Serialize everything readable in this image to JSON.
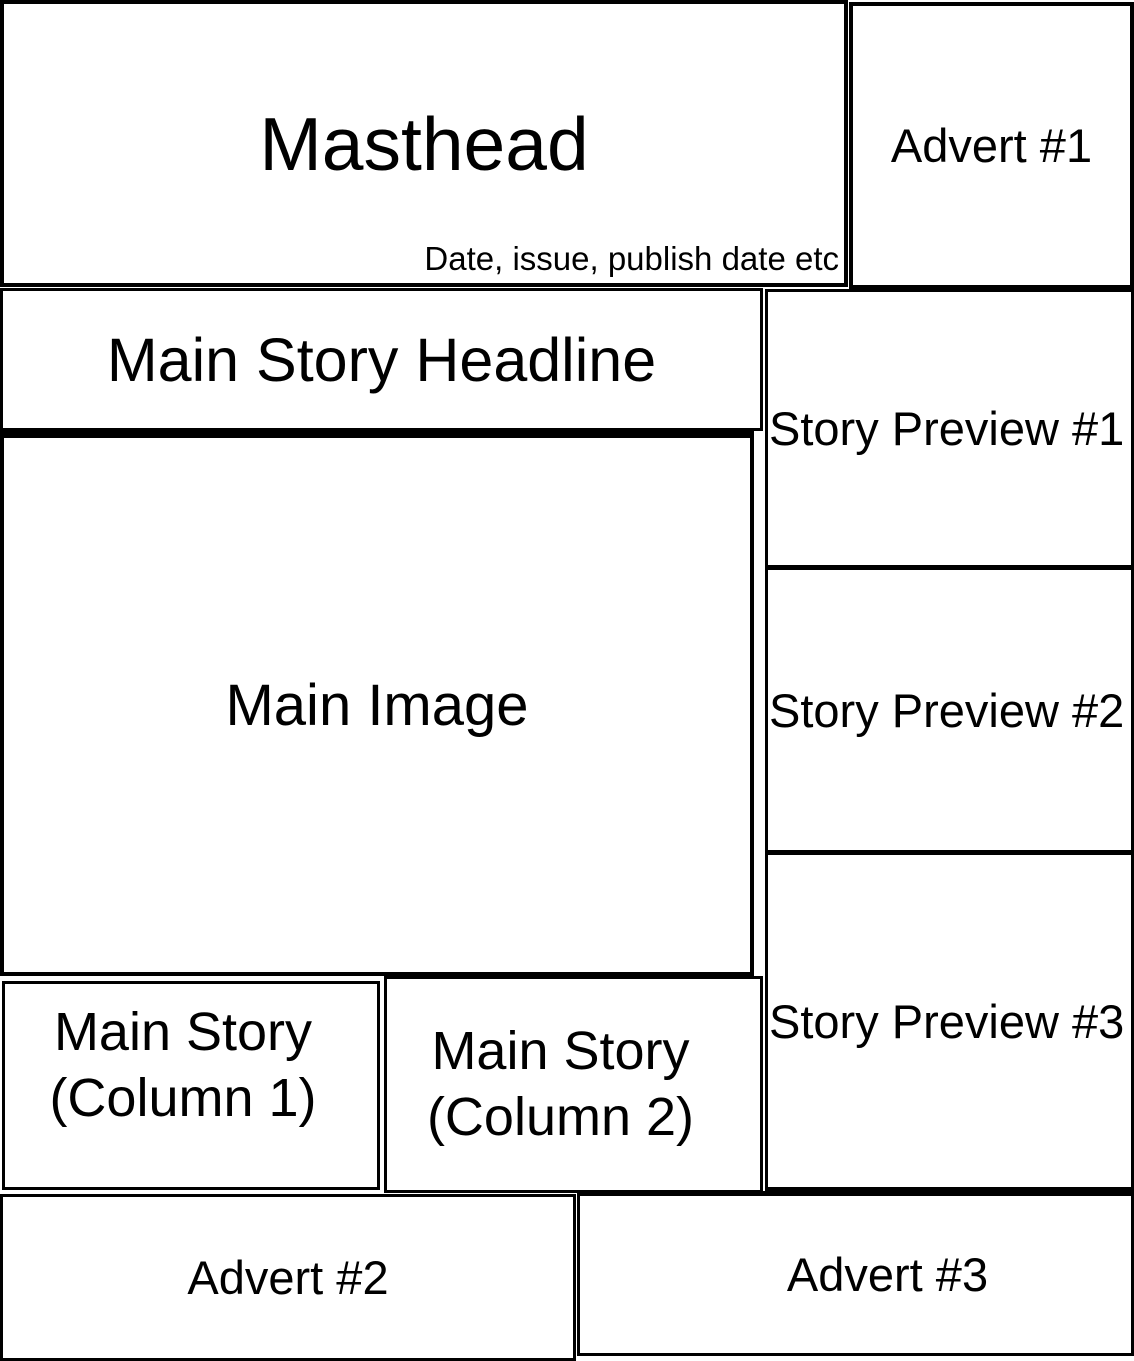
{
  "page": {
    "background_color": "#ffffff",
    "border_color": "#000000",
    "text_color": "#000000"
  },
  "masthead": {
    "title": "Masthead",
    "subtitle": "Date, issue, publish date etc"
  },
  "adverts": [
    {
      "label": "Advert #1"
    },
    {
      "label": "Advert #2"
    },
    {
      "label": "Advert #3"
    }
  ],
  "main_story": {
    "headline": "Main Story Headline",
    "image_label": "Main Image",
    "columns": [
      {
        "line1": "Main Story",
        "line2": "(Column 1)"
      },
      {
        "line1": "Main Story",
        "line2": "(Column 2)"
      }
    ]
  },
  "story_previews": [
    {
      "label": "Story Preview #1"
    },
    {
      "label": "Story Preview #2"
    },
    {
      "label": "Story Preview #3"
    }
  ]
}
